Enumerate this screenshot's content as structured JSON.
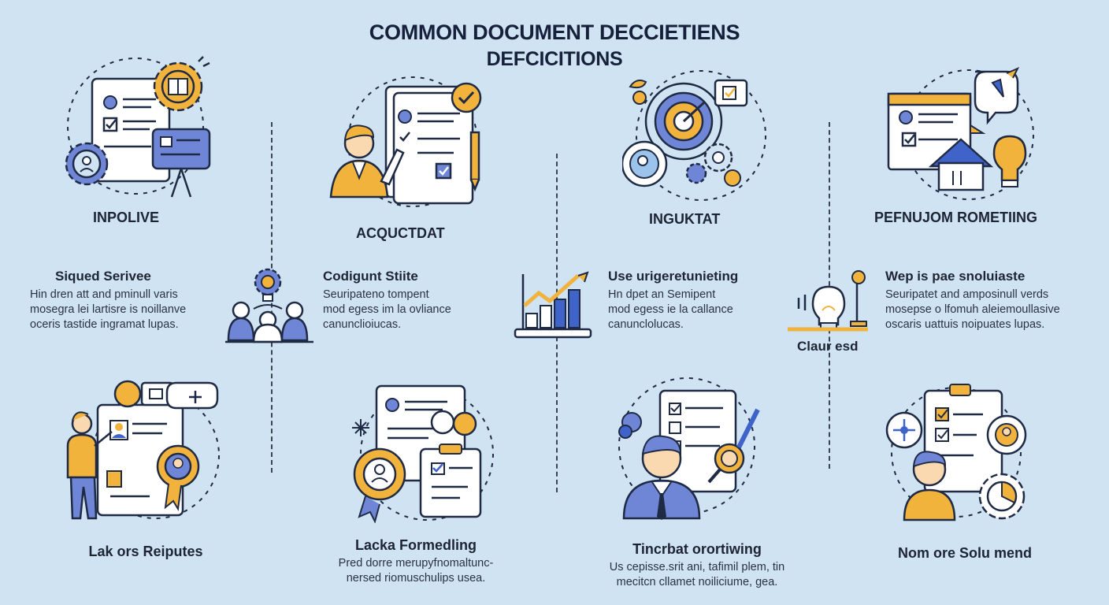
{
  "header": {
    "title_line1": "COMMON DOCUMENT DECCIETIENS",
    "title_line2": "DEFCICITIONS"
  },
  "top_row": [
    {
      "label": "INPOLIVE"
    },
    {
      "label": "ACQUCTDAT"
    },
    {
      "label": "INGUKTAT"
    },
    {
      "label": "PEFNUJOM ROMETIING"
    }
  ],
  "middle_row": [
    {
      "heading": "Siqued Serivee",
      "lines": [
        "Hin dren att and pminull varis",
        "mosegra lei lartisre is noillanve",
        "oceris tastide ingramat lupas."
      ]
    },
    {
      "heading": "Codigunt Stiite",
      "lines": [
        "Seuripateno tompent",
        "mod egess im la ovliance",
        "canunclioiucas."
      ]
    },
    {
      "heading": "Use urigeretunieting",
      "lines": [
        "Hn dpet an Semipent",
        "mod egess ie la callance",
        "canunclolucas."
      ]
    },
    {
      "heading": "Wep is pae snoluiaste",
      "lines": [
        "Seuripatet and amposinull verds",
        "mosepse o lfomuh aleiemoullasive",
        "oscaris uattuis noipuates lupas."
      ]
    }
  ],
  "middle_icon_label": "Claur esd",
  "bottom_row": [
    {
      "heading": "Lak ors Reiputes",
      "lines": []
    },
    {
      "heading": "Lacka Formedling",
      "lines": [
        "Pred dorre merupyfnomaltunc-",
        "nersed riomuschulips usea."
      ]
    },
    {
      "heading": "Tincrbat orortiwing",
      "lines": [
        "Us cepisse.srit ani, tafimil plem, tin",
        "mecitcn cllamet noiliciume, gea."
      ]
    },
    {
      "heading": "Nom ore Solu mend",
      "lines": []
    }
  ],
  "colors": {
    "background": "#cfe3f3",
    "outline": "#1f2a44",
    "accent_orange": "#f2b33d",
    "accent_blue": "#6f86d6",
    "light_blue": "#9cc3ec",
    "paper": "#ffffff"
  },
  "icons": [
    "document-gear-icon",
    "document-checklist-person-icon",
    "target-gears-icon",
    "document-house-bulb-icon",
    "team-bulb-icon",
    "growth-chart-icon",
    "lightbulb-switch-icon",
    "person-document-badge-icon",
    "document-clipboard-award-icon",
    "person-magnifier-document-icon",
    "person-clipboard-gear-icon"
  ]
}
